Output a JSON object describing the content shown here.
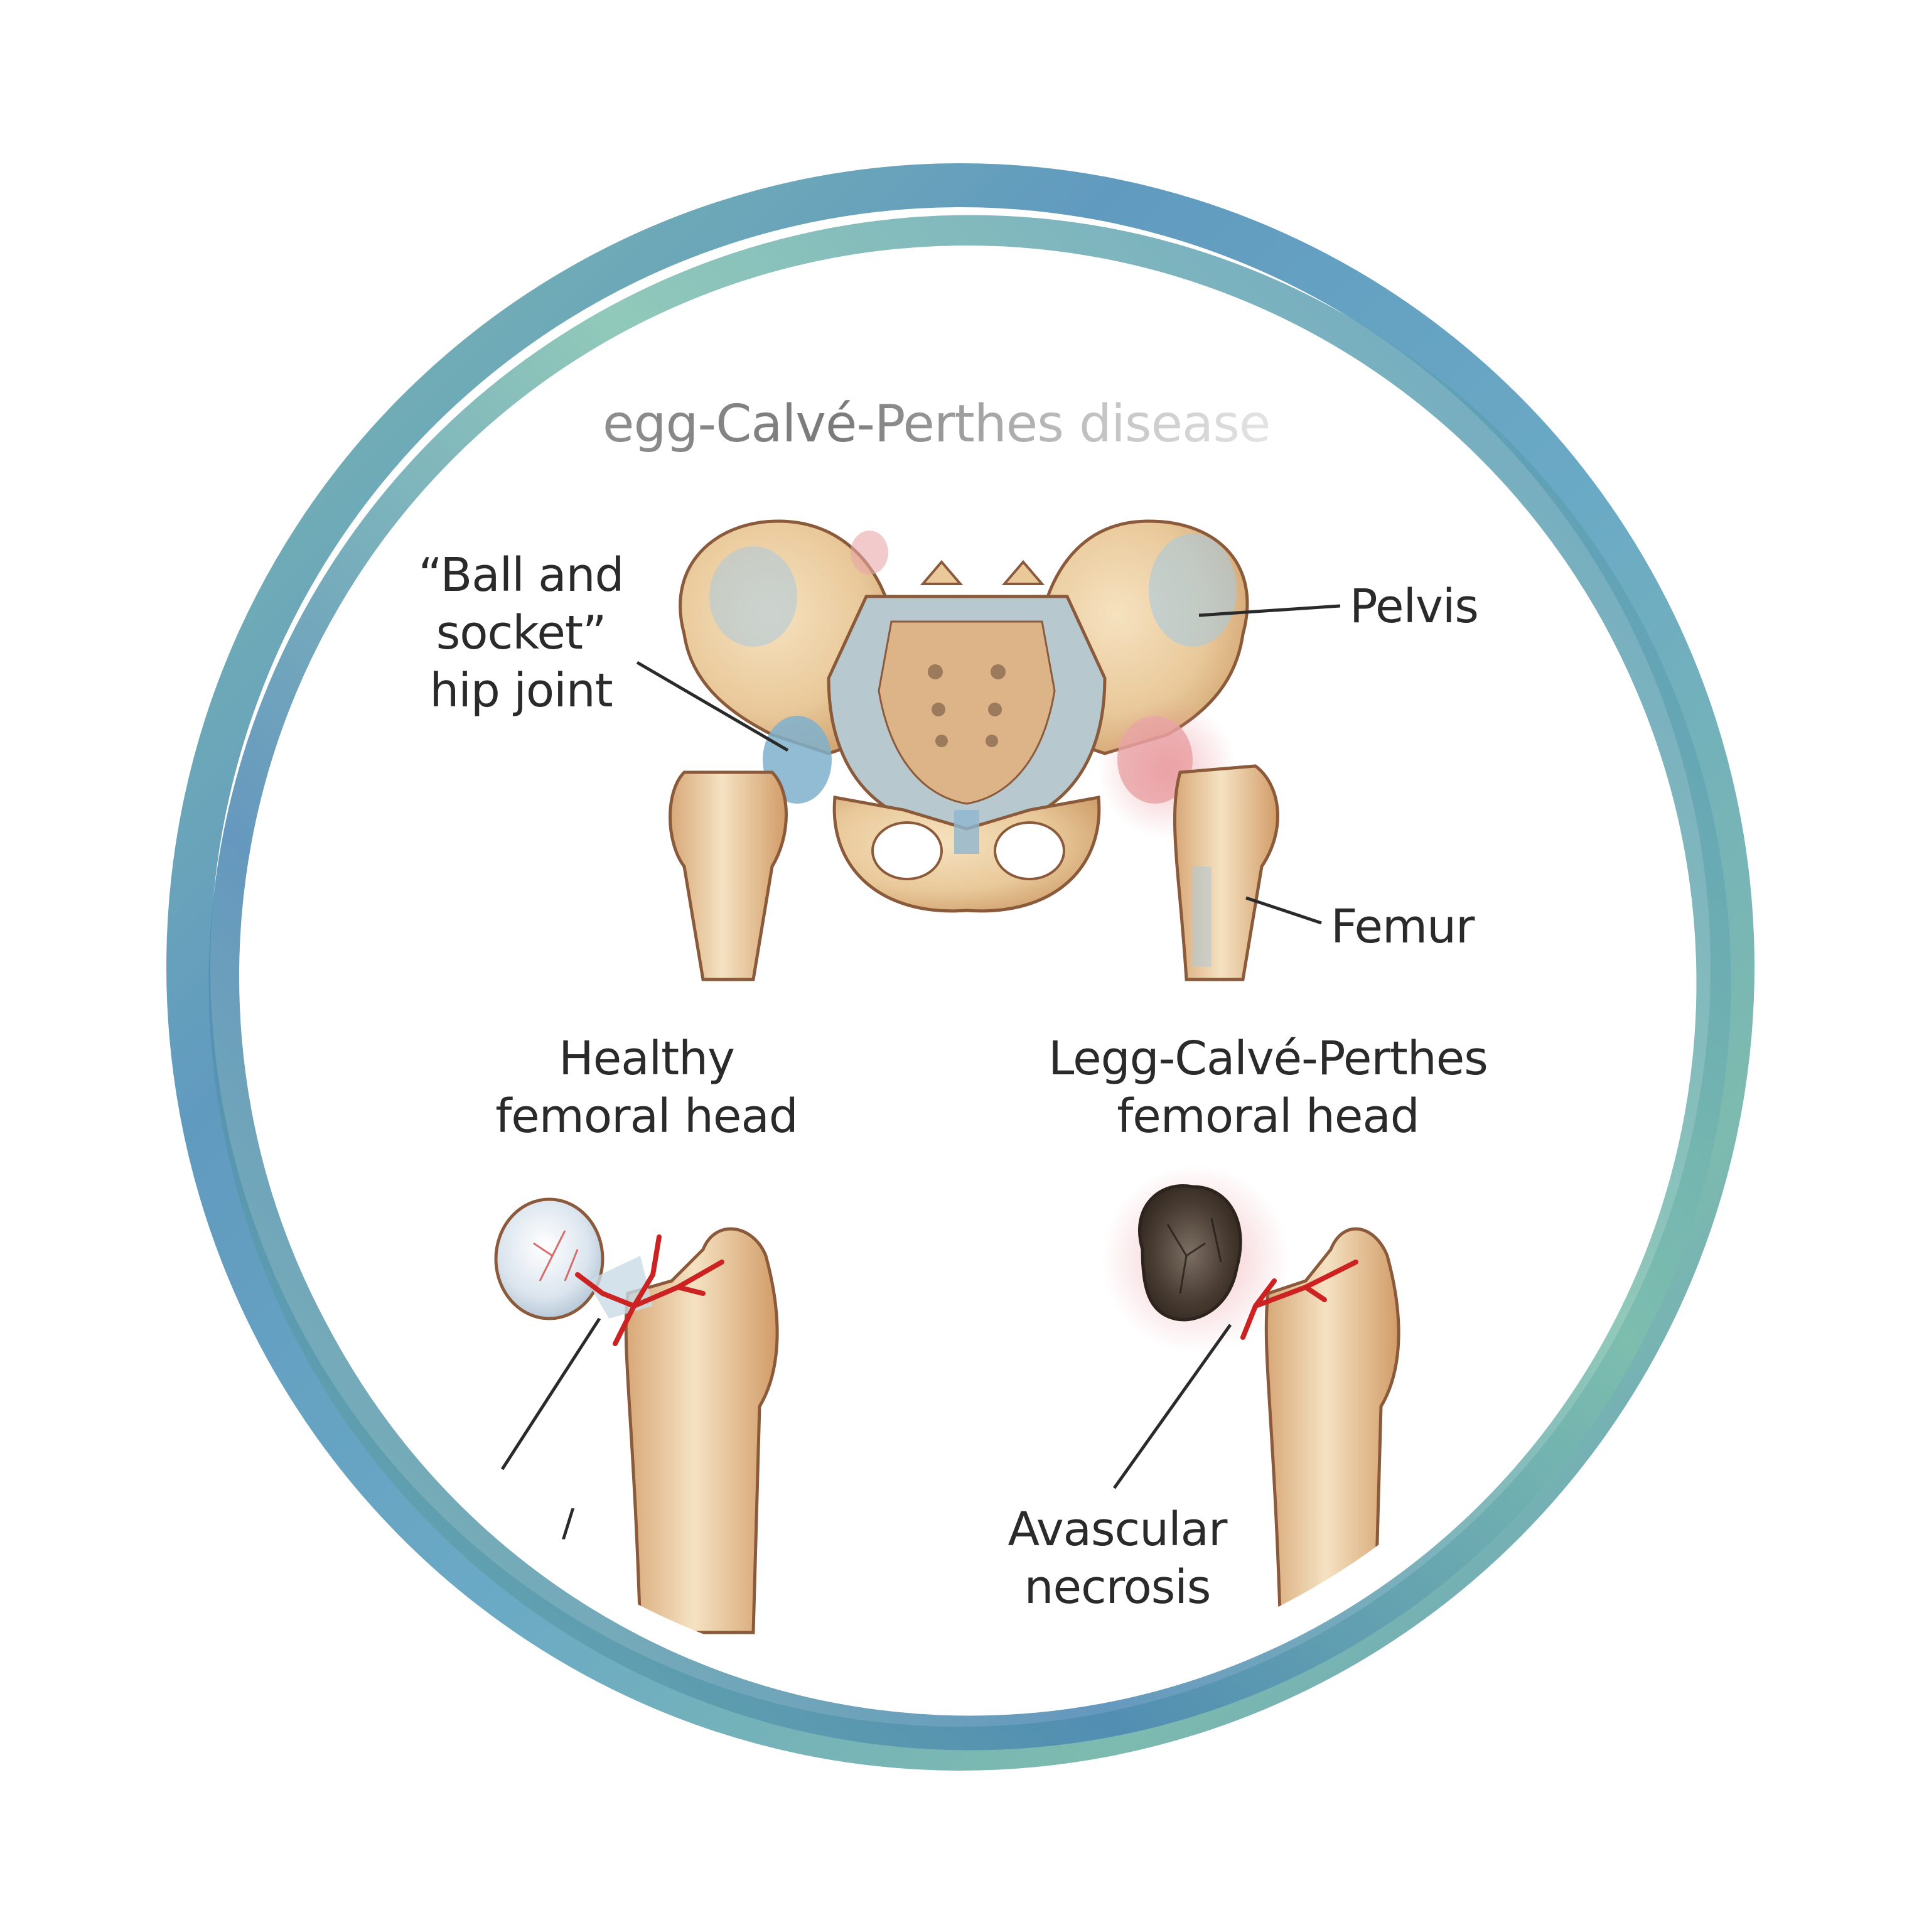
{
  "title": "egg-Calvé-Perthes disease",
  "labels": {
    "hip_joint": [
      "“Ball and",
      "socket”",
      "hip joint"
    ],
    "pelvis": "Pelvis",
    "femur": "Femur",
    "healthy_head": [
      "Healthy",
      "femoral head"
    ],
    "lcp_head": [
      "Legg-Calvé-Perthes",
      "femoral head"
    ],
    "avascular_necrosis": [
      "Avascular",
      "necrosis"
    ],
    "cut_off_label_fragment": "/"
  },
  "colors": {
    "ring_blue": "#4f8fb8",
    "ring_teal": "#6fb3a6",
    "bone": "#e9c99a",
    "bone_shadow": "#c9955f",
    "bone_outline": "#8a5a3a",
    "bone_blue_tint": "#a9c9dd",
    "bone_pink_tint": "#e9a7a9",
    "artery_red": "#cc2222",
    "necrosis_dark": "#3b3128",
    "label_text": "#2a2a2a",
    "title_gray": "#9a9a9a"
  }
}
